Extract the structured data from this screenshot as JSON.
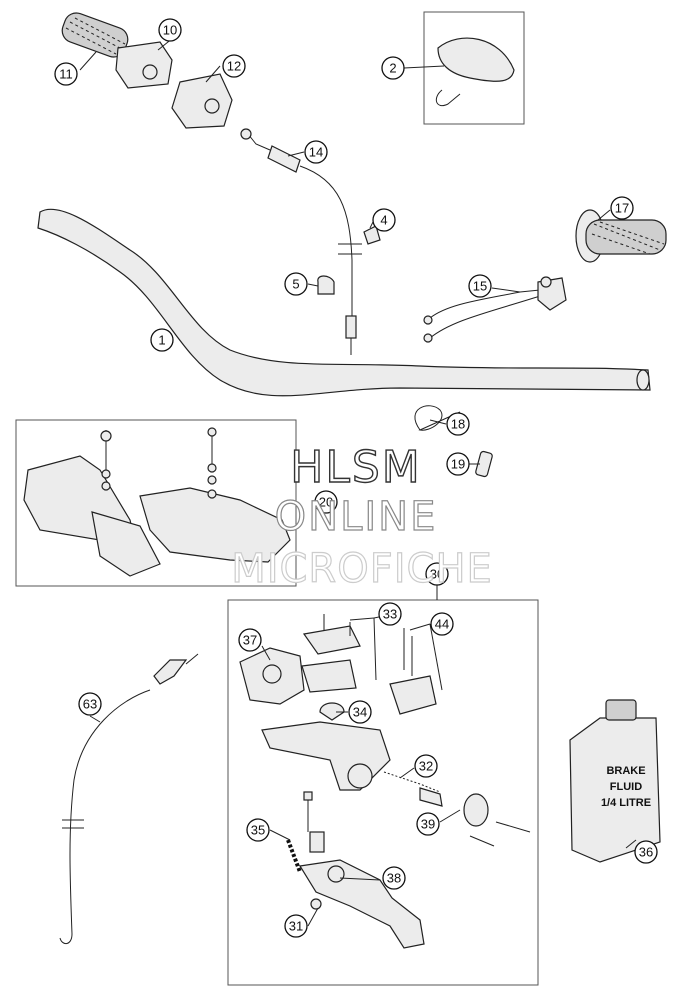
{
  "watermark": {
    "line1": "HLSM",
    "line2": "ONLINE",
    "line3": "MICROFICHE"
  },
  "container_label": {
    "lines": [
      "BRAKE",
      "FLUID",
      "1/4 LITRE"
    ]
  },
  "callouts": [
    "10",
    "11",
    "12",
    "2",
    "14",
    "4",
    "5",
    "17",
    "15",
    "1",
    "18",
    "19",
    "20",
    "30",
    "33",
    "44",
    "37",
    "34",
    "63",
    "32",
    "39",
    "36",
    "35",
    "38",
    "31"
  ],
  "icons": [
    "throttle-grip-icon",
    "throttle-housing-icon",
    "handlebar-icon",
    "cable-icon",
    "hand-guard-icon",
    "brake-master-cylinder-icon",
    "brake-lever-icon",
    "brake-fluid-container-icon",
    "hose-icon"
  ]
}
